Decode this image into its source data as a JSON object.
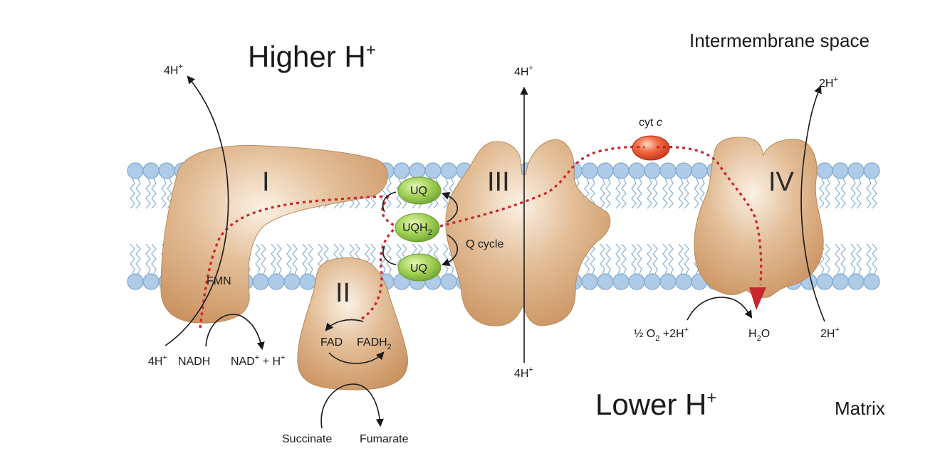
{
  "regions": {
    "intermembrane": "Intermembrane space",
    "matrix": "Matrix",
    "higher": "Higher H",
    "higher_sup": "+",
    "lower": "Lower H",
    "lower_sup": "+"
  },
  "complexes": {
    "c1": "I",
    "c2": "II",
    "c3": "III",
    "c4": "IV"
  },
  "carriers": {
    "uq_top": "UQ",
    "uqh2": "UQH",
    "uqh2_sub": "2",
    "uq_bottom": "UQ",
    "cyt": "cyt ",
    "cyt_italic": "c",
    "q_cycle": "Q cycle"
  },
  "labels": {
    "fmn": "FMN",
    "nadh": "NADH",
    "nad": "NAD",
    "nad_sup": "+",
    "nad_rest": " + H",
    "nad_rest_sup": "+",
    "fad": "FAD",
    "fadh2": "FADH",
    "fadh2_sub": "2",
    "succinate": "Succinate",
    "fumarate": "Fumarate",
    "o2_pre": "½ O",
    "o2_sub": "2",
    "o2_post": " +2H",
    "o2_sup": "+",
    "water": "H",
    "water_sub": "2",
    "water_post": "O"
  },
  "protons": {
    "c1_top": "4H",
    "c1_top_sup": "+",
    "c1_bottom": "4H",
    "c1_bottom_sup": "+",
    "c3_top": "4H",
    "c3_top_sup": "+",
    "c3_bottom": "4H",
    "c3_bottom_sup": "+",
    "c4_top": "2H",
    "c4_top_sup": "+",
    "c4_bottom": "2H",
    "c4_bottom_sup": "+"
  },
  "colors": {
    "protein": "#d3a57a",
    "protein_light": "#f6e7d6",
    "lipid_head": "#aecbe8",
    "ubiquinone": "#8cc63f",
    "cytochrome_c": "#e2482a",
    "electron_path": "#c8242b"
  }
}
